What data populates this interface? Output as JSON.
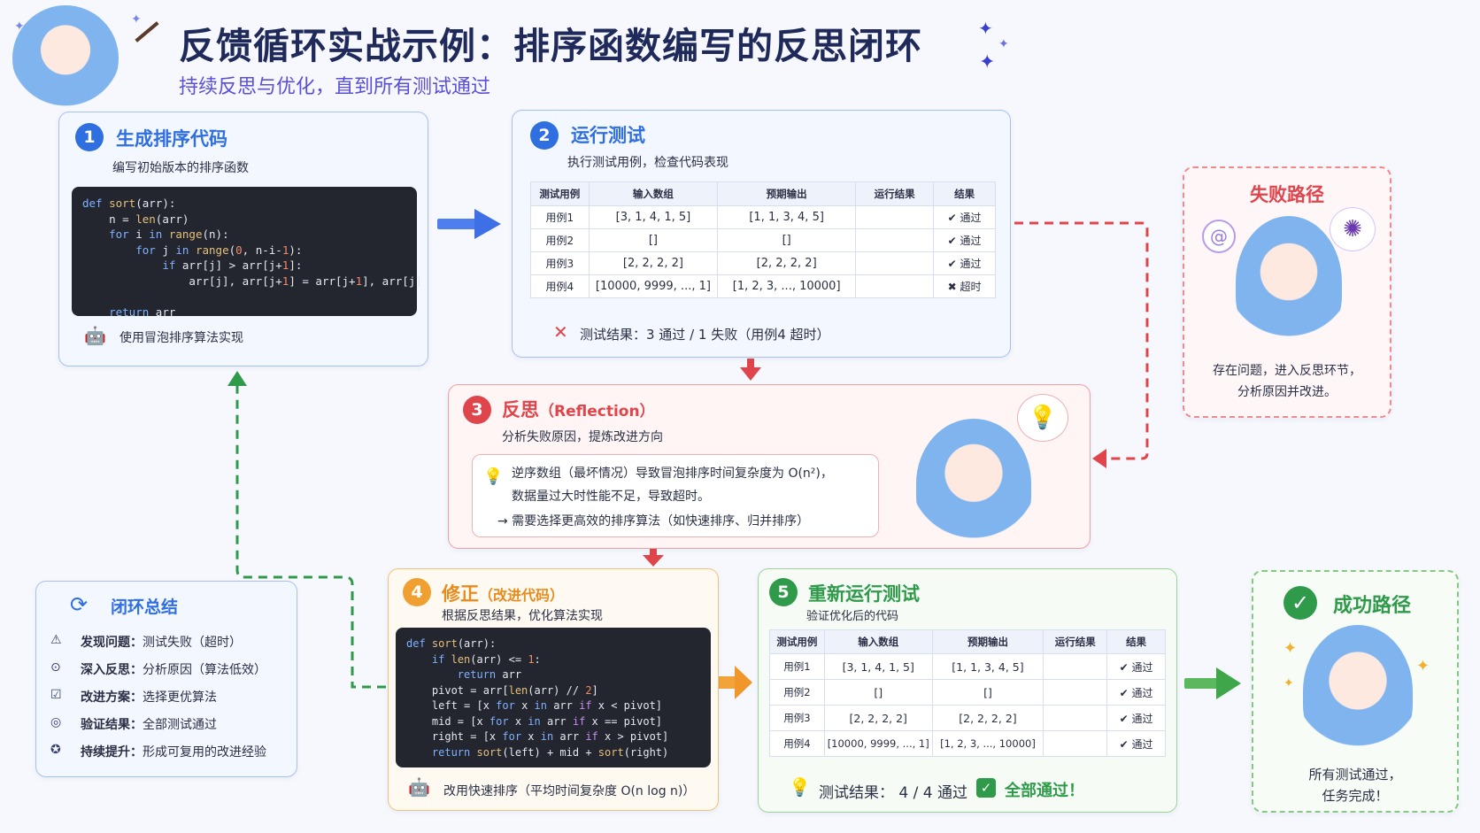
{
  "header": {
    "title": "反馈循环实战示例：排序函数编写的反思闭环",
    "subtitle": "持续反思与优化，直到所有测试通过"
  },
  "step1": {
    "num": "1",
    "title": "生成排序代码",
    "subtitle": "编写初始版本的排序函数",
    "note": "使用冒泡排序算法实现"
  },
  "step2": {
    "num": "2",
    "title": "运行测试",
    "subtitle": "执行测试用例，检查代码表现",
    "headers": [
      "测试用例",
      "输入数组",
      "预期输出",
      "运行结果",
      "结果"
    ],
    "rows": [
      {
        "case": "用例1",
        "input": "[3, 1, 4, 1, 5]",
        "expected": "[1, 1, 3, 4, 5]",
        "result": "通过",
        "ok": true
      },
      {
        "case": "用例2",
        "input": "[]",
        "expected": "[]",
        "result": "通过",
        "ok": true
      },
      {
        "case": "用例3",
        "input": "[2, 2, 2, 2]",
        "expected": "[2, 2, 2, 2]",
        "result": "通过",
        "ok": true
      },
      {
        "case": "用例4",
        "input": "[10000, 9999, ..., 1]",
        "expected": "[1, 2, 3, ..., 10000]",
        "result": "超时",
        "ok": false
      }
    ],
    "summary": "测试结果：3 通过 / 1 失败（用例4 超时）"
  },
  "fail_path": {
    "title": "失败路径",
    "text1": "存在问题，进入反思环节，",
    "text2": "分析原因并改进。"
  },
  "step3": {
    "num": "3",
    "title": "反思",
    "title_en": "（Reflection）",
    "subtitle": "分析失败原因，提炼改进方向",
    "line1": "逆序数组（最坏情况）导致冒泡排序时间复杂度为 O(n²)，",
    "line2": "数据量过大时性能不足，导致超时。",
    "line3": "→ 需要选择更高效的排序算法（如快速排序、归并排序）"
  },
  "summary_box": {
    "title": "闭环总结",
    "items": [
      {
        "label": "发现问题：",
        "text": "测试失败（超时）"
      },
      {
        "label": "深入反思：",
        "text": "分析原因（算法低效）"
      },
      {
        "label": "改进方案：",
        "text": "选择更优算法"
      },
      {
        "label": "验证结果：",
        "text": "全部测试通过"
      },
      {
        "label": "持续提升：",
        "text": "形成可复用的改进经验"
      }
    ]
  },
  "step4": {
    "num": "4",
    "title": "修正",
    "title_extra": "（改进代码）",
    "subtitle": "根据反思结果，优化算法实现",
    "note": "改用快速排序（平均时间复杂度 O(n log n)）"
  },
  "step5": {
    "num": "5",
    "title": "重新运行测试",
    "subtitle": "验证优化后的代码",
    "headers": [
      "测试用例",
      "输入数组",
      "预期输出",
      "运行结果",
      "结果"
    ],
    "rows": [
      {
        "case": "用例1",
        "input": "[3, 1, 4, 1, 5]",
        "expected": "[1, 1, 3, 4, 5]",
        "result": "通过"
      },
      {
        "case": "用例2",
        "input": "[]",
        "expected": "[]",
        "result": "通过"
      },
      {
        "case": "用例3",
        "input": "[2, 2, 2, 2]",
        "expected": "[2, 2, 2, 2]",
        "result": "通过"
      },
      {
        "case": "用例4",
        "input": "[10000, 9999, ..., 1]",
        "expected": "[1, 2, 3, ..., 10000]",
        "result": "通过"
      }
    ],
    "summary": "测试结果： 4 / 4 通过",
    "summary_ok": "全部通过！"
  },
  "success_path": {
    "title": "成功路径",
    "text1": "所有测试通过，",
    "text2": "任务完成！"
  },
  "colors": {
    "blue": "#2f6fe0",
    "red": "#e0454c",
    "orange": "#f0a030",
    "green": "#2e9a4a",
    "title_dark": "#1f2a5a",
    "subtitle_purple": "#5a4fd8"
  }
}
